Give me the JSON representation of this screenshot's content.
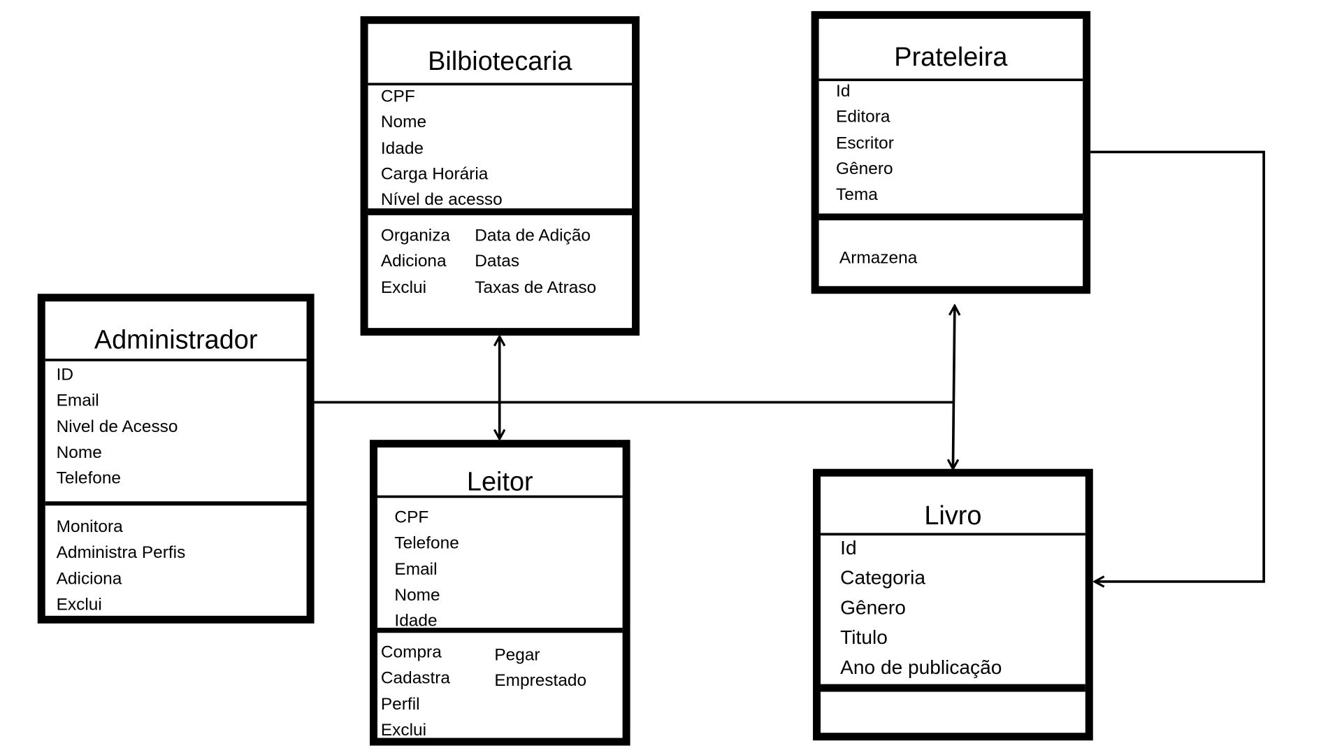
{
  "diagram": {
    "classes": {
      "bibliotecaria": {
        "name": "Bilbiotecaria",
        "attributes": [
          "CPF",
          "Nome",
          "Idade",
          "Carga Horária",
          "Nível de acesso"
        ],
        "methods_col1": [
          "Organiza",
          "Adiciona",
          "Exclui"
        ],
        "methods_col2": [
          "Data de Adição",
          "Datas",
          "Taxas de Atraso"
        ]
      },
      "prateleira": {
        "name": "Prateleira",
        "attributes": [
          "Id",
          "Editora",
          "Escritor",
          "Gênero",
          "Tema"
        ],
        "methods": [
          "Armazena"
        ]
      },
      "administrador": {
        "name": "Administrador",
        "attributes": [
          "ID",
          "Email",
          "Nivel de Acesso",
          "Nome",
          "Telefone"
        ],
        "methods": [
          "Monitora",
          "Administra Perfis",
          "Adiciona",
          "Exclui"
        ]
      },
      "leitor": {
        "name": "Leitor",
        "attributes": [
          "CPF",
          "Telefone",
          "Email",
          "Nome",
          "Idade"
        ],
        "methods_col1": [
          "Compra",
          "Cadastra",
          "Perfil",
          "Exclui"
        ],
        "methods_col2": [
          "Pegar",
          "Emprestado"
        ]
      },
      "livro": {
        "name": "Livro",
        "attributes": [
          "Id",
          "Categoria",
          "Gênero",
          "Titulo",
          "Ano de publicação"
        ],
        "methods": []
      }
    },
    "connectors": [
      {
        "from": "Bilbiotecaria",
        "to": "Leitor",
        "type": "bidirectional-arrow"
      },
      {
        "from": "Administrador",
        "to": "Prateleira/Livro",
        "type": "line"
      },
      {
        "from": "Prateleira",
        "to": "Livro",
        "type": "bidirectional-arrow"
      },
      {
        "from": "Prateleira",
        "to": "Livro",
        "type": "arrow"
      }
    ]
  }
}
